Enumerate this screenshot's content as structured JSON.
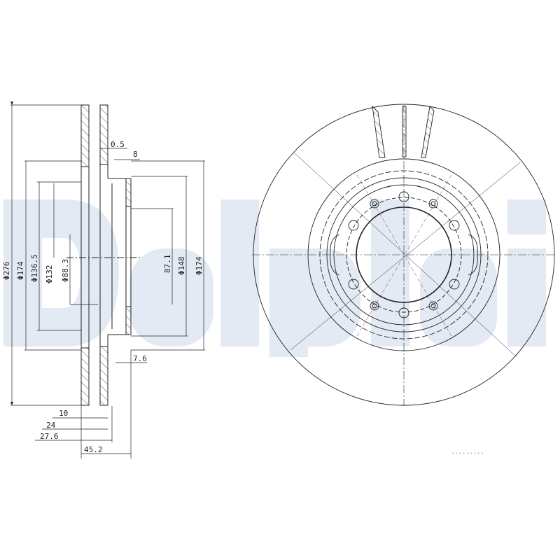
{
  "watermark": {
    "text": "Delphi",
    "color": "#e3eaf3"
  },
  "colors": {
    "line": "#222222",
    "watermark": "#e3eaf3",
    "background": "#ffffff"
  },
  "cross_section": {
    "diameters": [
      {
        "label": "Φ276",
        "value": 276
      },
      {
        "label": "Φ174",
        "value": 174
      },
      {
        "label": "Φ136.5",
        "value": 136.5
      },
      {
        "label": "Φ132",
        "value": 132
      },
      {
        "label": "Φ88.3",
        "value": 88.3
      },
      {
        "label": "87.1",
        "value": 87.1
      },
      {
        "label": "Φ148",
        "value": 148
      },
      {
        "label": "Φ174",
        "value": 174
      }
    ],
    "offsets": [
      {
        "label": "0.5",
        "value": 0.5
      },
      {
        "label": "8",
        "value": 8
      },
      {
        "label": "7.6",
        "value": 7.6
      }
    ],
    "thicknesses": [
      {
        "label": "10",
        "value": 10
      },
      {
        "label": "24",
        "value": 24
      },
      {
        "label": "27.6",
        "value": 27.6
      },
      {
        "label": "45.2",
        "value": 45.2
      }
    ]
  },
  "front_view": {
    "bolt_holes": 6,
    "studs": 4,
    "description": "Ventilated brake disc front view"
  },
  "part_number": "•••••••••"
}
